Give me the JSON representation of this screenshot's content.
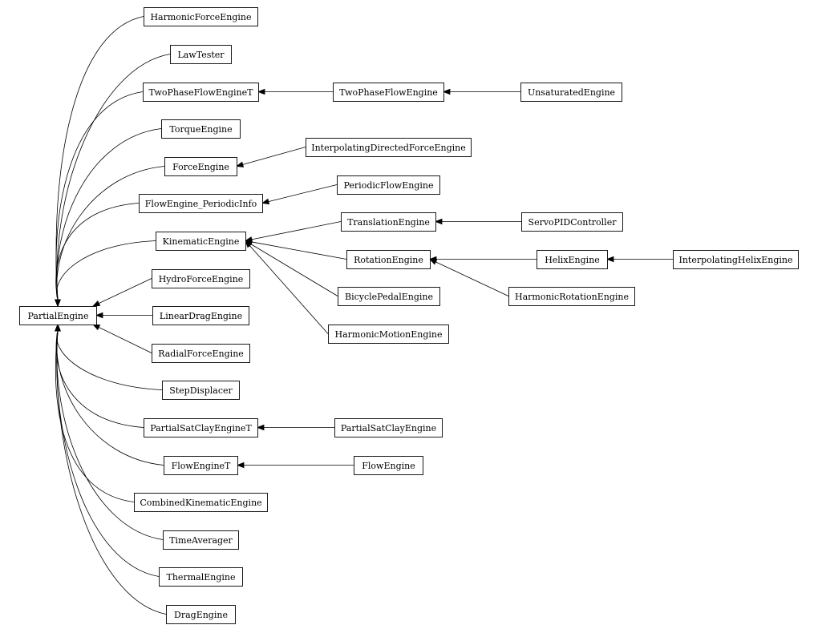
{
  "diagram": {
    "nodes": [
      {
        "id": "PartialEngine",
        "label": "PartialEngine"
      },
      {
        "id": "HarmonicForceEngine",
        "label": "HarmonicForceEngine"
      },
      {
        "id": "LawTester",
        "label": "LawTester"
      },
      {
        "id": "TwoPhaseFlowEngineT",
        "label": "TwoPhaseFlowEngineT"
      },
      {
        "id": "TwoPhaseFlowEngine",
        "label": "TwoPhaseFlowEngine"
      },
      {
        "id": "UnsaturatedEngine",
        "label": "UnsaturatedEngine"
      },
      {
        "id": "TorqueEngine",
        "label": "TorqueEngine"
      },
      {
        "id": "ForceEngine",
        "label": "ForceEngine"
      },
      {
        "id": "InterpolatingDirectedForceEngine",
        "label": "InterpolatingDirectedForceEngine"
      },
      {
        "id": "FlowEngine_PeriodicInfo",
        "label": "FlowEngine_PeriodicInfo"
      },
      {
        "id": "PeriodicFlowEngine",
        "label": "PeriodicFlowEngine"
      },
      {
        "id": "KinematicEngine",
        "label": "KinematicEngine"
      },
      {
        "id": "TranslationEngine",
        "label": "TranslationEngine"
      },
      {
        "id": "ServoPIDController",
        "label": "ServoPIDController"
      },
      {
        "id": "RotationEngine",
        "label": "RotationEngine"
      },
      {
        "id": "HelixEngine",
        "label": "HelixEngine"
      },
      {
        "id": "InterpolatingHelixEngine",
        "label": "InterpolatingHelixEngine"
      },
      {
        "id": "HarmonicRotationEngine",
        "label": "HarmonicRotationEngine"
      },
      {
        "id": "BicyclePedalEngine",
        "label": "BicyclePedalEngine"
      },
      {
        "id": "HarmonicMotionEngine",
        "label": "HarmonicMotionEngine"
      },
      {
        "id": "HydroForceEngine",
        "label": "HydroForceEngine"
      },
      {
        "id": "LinearDragEngine",
        "label": "LinearDragEngine"
      },
      {
        "id": "RadialForceEngine",
        "label": "RadialForceEngine"
      },
      {
        "id": "StepDisplacer",
        "label": "StepDisplacer"
      },
      {
        "id": "PartialSatClayEngineT",
        "label": "PartialSatClayEngineT"
      },
      {
        "id": "PartialSatClayEngine",
        "label": "PartialSatClayEngine"
      },
      {
        "id": "FlowEngineT",
        "label": "FlowEngineT"
      },
      {
        "id": "FlowEngine",
        "label": "FlowEngine"
      },
      {
        "id": "CombinedKinematicEngine",
        "label": "CombinedKinematicEngine"
      },
      {
        "id": "TimeAverager",
        "label": "TimeAverager"
      },
      {
        "id": "ThermalEngine",
        "label": "ThermalEngine"
      },
      {
        "id": "DragEngine",
        "label": "DragEngine"
      }
    ],
    "edges": [
      {
        "from": "HarmonicForceEngine",
        "to": "PartialEngine"
      },
      {
        "from": "LawTester",
        "to": "PartialEngine"
      },
      {
        "from": "TwoPhaseFlowEngineT",
        "to": "PartialEngine"
      },
      {
        "from": "TorqueEngine",
        "to": "PartialEngine"
      },
      {
        "from": "ForceEngine",
        "to": "PartialEngine"
      },
      {
        "from": "FlowEngine_PeriodicInfo",
        "to": "PartialEngine"
      },
      {
        "from": "KinematicEngine",
        "to": "PartialEngine"
      },
      {
        "from": "HydroForceEngine",
        "to": "PartialEngine"
      },
      {
        "from": "LinearDragEngine",
        "to": "PartialEngine"
      },
      {
        "from": "RadialForceEngine",
        "to": "PartialEngine"
      },
      {
        "from": "StepDisplacer",
        "to": "PartialEngine"
      },
      {
        "from": "PartialSatClayEngineT",
        "to": "PartialEngine"
      },
      {
        "from": "FlowEngineT",
        "to": "PartialEngine"
      },
      {
        "from": "CombinedKinematicEngine",
        "to": "PartialEngine"
      },
      {
        "from": "TimeAverager",
        "to": "PartialEngine"
      },
      {
        "from": "ThermalEngine",
        "to": "PartialEngine"
      },
      {
        "from": "DragEngine",
        "to": "PartialEngine"
      },
      {
        "from": "TwoPhaseFlowEngine",
        "to": "TwoPhaseFlowEngineT"
      },
      {
        "from": "UnsaturatedEngine",
        "to": "TwoPhaseFlowEngine"
      },
      {
        "from": "InterpolatingDirectedForceEngine",
        "to": "ForceEngine"
      },
      {
        "from": "PeriodicFlowEngine",
        "to": "FlowEngine_PeriodicInfo"
      },
      {
        "from": "TranslationEngine",
        "to": "KinematicEngine"
      },
      {
        "from": "RotationEngine",
        "to": "KinematicEngine"
      },
      {
        "from": "BicyclePedalEngine",
        "to": "KinematicEngine"
      },
      {
        "from": "HarmonicMotionEngine",
        "to": "KinematicEngine"
      },
      {
        "from": "ServoPIDController",
        "to": "TranslationEngine"
      },
      {
        "from": "HelixEngine",
        "to": "RotationEngine"
      },
      {
        "from": "HarmonicRotationEngine",
        "to": "RotationEngine"
      },
      {
        "from": "InterpolatingHelixEngine",
        "to": "HelixEngine"
      },
      {
        "from": "PartialSatClayEngine",
        "to": "PartialSatClayEngineT"
      },
      {
        "from": "FlowEngine",
        "to": "FlowEngineT"
      }
    ]
  }
}
